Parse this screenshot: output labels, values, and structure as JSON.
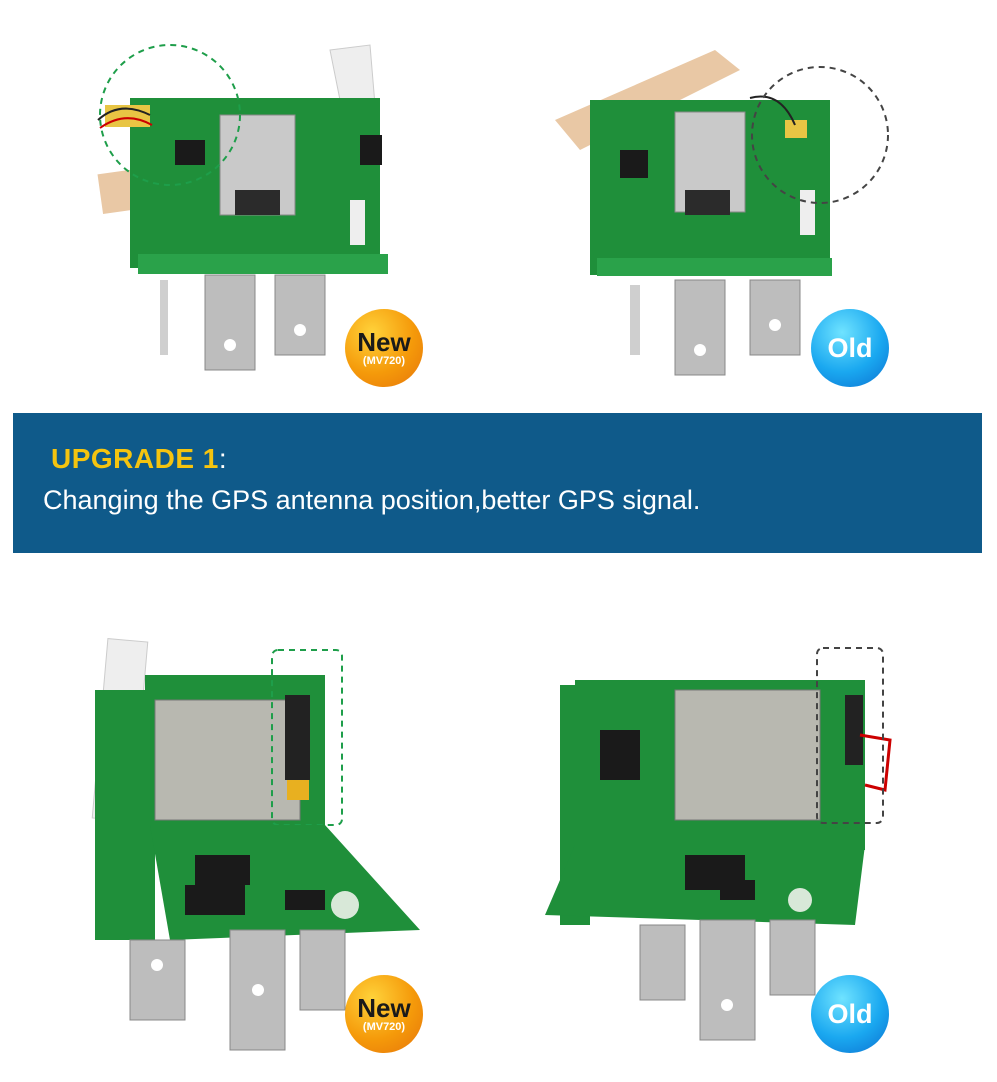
{
  "banner": {
    "title": "UPGRADE 1",
    "colon": ":",
    "text": "Changing the GPS antenna position,better GPS signal."
  },
  "badges": {
    "new_label": "New",
    "new_model": "(MV720)",
    "old_label": "Old"
  },
  "colors": {
    "banner_bg": "#0f5a8a",
    "title": "#f5c40f",
    "pcb_green": "#1f8f3a",
    "new_badge": "#f59a0a",
    "old_badge": "#1aa8f0",
    "highlight_new": "#1e9e4a",
    "highlight_old": "#444444"
  }
}
